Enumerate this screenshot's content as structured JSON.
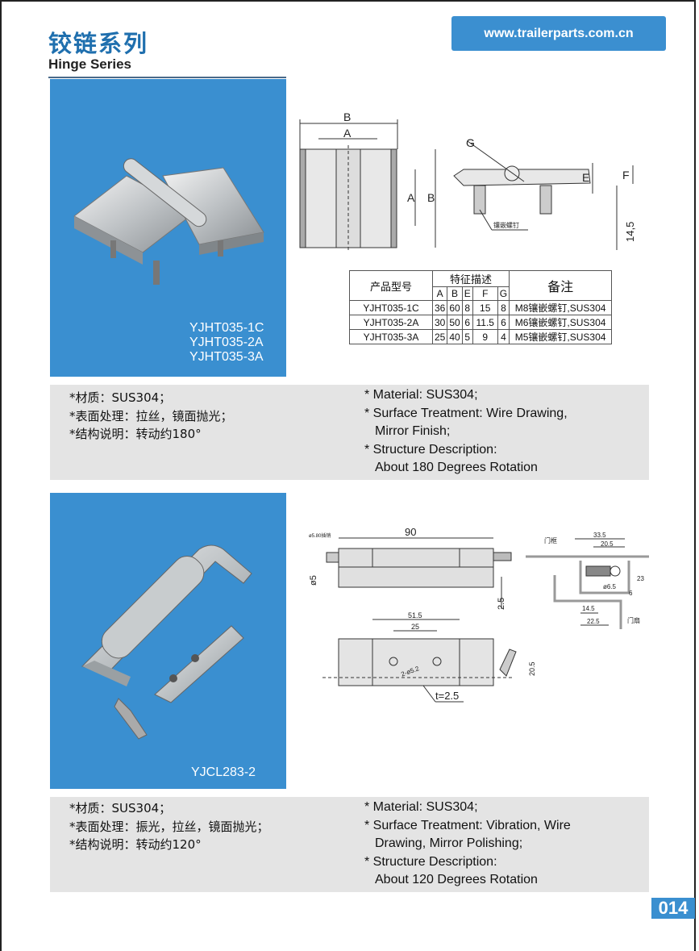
{
  "header": {
    "title_cn": "铰链系列",
    "title_en": "Hinge Series",
    "website": "www.trailerparts.com.cn"
  },
  "product1": {
    "models": [
      "YJHT035-1C",
      "YJHT035-2A",
      "YJHT035-3A"
    ],
    "drawing_labels": {
      "b": "B",
      "a": "A",
      "g": "G",
      "e": "E",
      "f": "F",
      "h": "14,5",
      "stud": "镶嵌螺钉"
    },
    "table": {
      "col_model": "产品型号",
      "col_features": "特征描述",
      "col_notes": "备注",
      "sub_headers": [
        "A",
        "B",
        "E",
        "F",
        "G"
      ],
      "rows": [
        {
          "model": "YJHT035-1C",
          "A": "36",
          "B": "60",
          "E": "8",
          "F": "15",
          "G": "8",
          "note": "M8镶嵌螺钉,SUS304"
        },
        {
          "model": "YJHT035-2A",
          "A": "30",
          "B": "50",
          "E": "6",
          "F": "11.5",
          "G": "6",
          "note": "M6镶嵌螺钉,SUS304"
        },
        {
          "model": "YJHT035-3A",
          "A": "25",
          "B": "40",
          "E": "5",
          "F": "9",
          "G": "4",
          "note": "M5镶嵌螺钉,SUS304"
        }
      ]
    },
    "spec_cn": [
      "*材质：SUS304；",
      "*表面处理：拉丝，镜面抛光；",
      "*结构说明：转动约180°"
    ],
    "spec_en": [
      "* Material: SUS304;",
      "* Surface Treatment: Wire Drawing,",
      "Mirror Finish;",
      "* Structure Description:",
      "About 180 Degrees Rotation"
    ]
  },
  "product2": {
    "model": "YJCL283-2",
    "drawing_labels": {
      "len": "90",
      "pin": "ø5.80插销",
      "d5": "ø5",
      "t25": "2.5",
      "w335": "33.5",
      "w205": "20.5",
      "d65": "ø6.5",
      "h23": "23",
      "h6": "6",
      "w145": "14.5",
      "w225": "22.5",
      "door_frame": "门框",
      "door": "门扇",
      "w515": "51.5",
      "w25": "25",
      "holes": "2-ø5.2",
      "h205": "20.5",
      "thick": "t=2.5"
    },
    "spec_cn": [
      "*材质：SUS304；",
      "*表面处理：振光，拉丝，镜面抛光；",
      "*结构说明：转动约120°"
    ],
    "spec_en": [
      "* Material: SUS304;",
      "* Surface Treatment: Vibration, Wire",
      "Drawing, Mirror Polishing;",
      "* Structure Description:",
      "About 120 Degrees Rotation"
    ]
  },
  "page_number": "014"
}
